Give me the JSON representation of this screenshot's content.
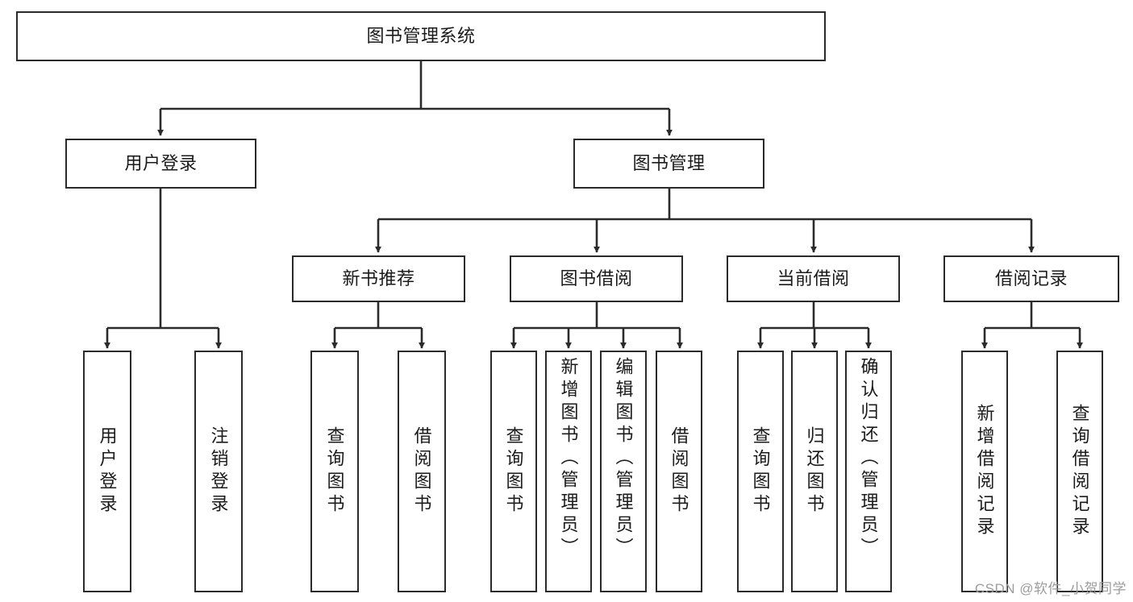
{
  "diagram": {
    "title": "图书管理系统",
    "type": "tree",
    "watermark": "CSDN @软件_小贺同学",
    "colors": {
      "box_border": "#2b2b2b",
      "box_fill": "#ffffff",
      "edge": "#2b2b2b",
      "text": "#1b1b1b",
      "watermark": "#9c9c9c"
    },
    "levels": [
      {
        "level": 1,
        "nodes": [
          {
            "id": "root",
            "label": "图书管理系统",
            "orientation": "horizontal"
          }
        ]
      },
      {
        "level": 2,
        "nodes": [
          {
            "id": "login",
            "label": "用户登录",
            "orientation": "horizontal",
            "parent": "root"
          },
          {
            "id": "bookmgmt",
            "label": "图书管理",
            "orientation": "horizontal",
            "parent": "root"
          }
        ]
      },
      {
        "level": 3,
        "nodes": [
          {
            "id": "newbook",
            "label": "新书推荐",
            "orientation": "horizontal",
            "parent": "bookmgmt"
          },
          {
            "id": "borrow",
            "label": "图书借阅",
            "orientation": "horizontal",
            "parent": "bookmgmt"
          },
          {
            "id": "current",
            "label": "当前借阅",
            "orientation": "horizontal",
            "parent": "bookmgmt"
          },
          {
            "id": "records",
            "label": "借阅记录",
            "orientation": "horizontal",
            "parent": "bookmgmt"
          }
        ]
      },
      {
        "level": 4,
        "nodes": [
          {
            "id": "leaf1",
            "label": "用户登录",
            "orientation": "vertical",
            "parent": "login"
          },
          {
            "id": "leaf2",
            "label": "注销登录",
            "orientation": "vertical",
            "parent": "login"
          },
          {
            "id": "leaf3",
            "label": "查询图书",
            "orientation": "vertical",
            "parent": "newbook"
          },
          {
            "id": "leaf4",
            "label": "借阅图书",
            "orientation": "vertical",
            "parent": "newbook"
          },
          {
            "id": "leaf5",
            "label": "查询图书",
            "orientation": "vertical",
            "parent": "borrow"
          },
          {
            "id": "leaf6",
            "label": "新增图书（管理员）",
            "orientation": "vertical",
            "parent": "borrow"
          },
          {
            "id": "leaf7",
            "label": "编辑图书（管理员）",
            "orientation": "vertical",
            "parent": "borrow"
          },
          {
            "id": "leaf8",
            "label": "借阅图书",
            "orientation": "vertical",
            "parent": "borrow"
          },
          {
            "id": "leaf9",
            "label": "查询图书",
            "orientation": "vertical",
            "parent": "current"
          },
          {
            "id": "leaf10",
            "label": "归还图书",
            "orientation": "vertical",
            "parent": "current"
          },
          {
            "id": "leaf11",
            "label": "确认归还（管理员）",
            "orientation": "vertical",
            "parent": "current"
          },
          {
            "id": "leaf12",
            "label": "新增借阅记录",
            "orientation": "vertical",
            "parent": "records"
          },
          {
            "id": "leaf13",
            "label": "查询借阅记录",
            "orientation": "vertical",
            "parent": "records"
          }
        ]
      }
    ]
  }
}
